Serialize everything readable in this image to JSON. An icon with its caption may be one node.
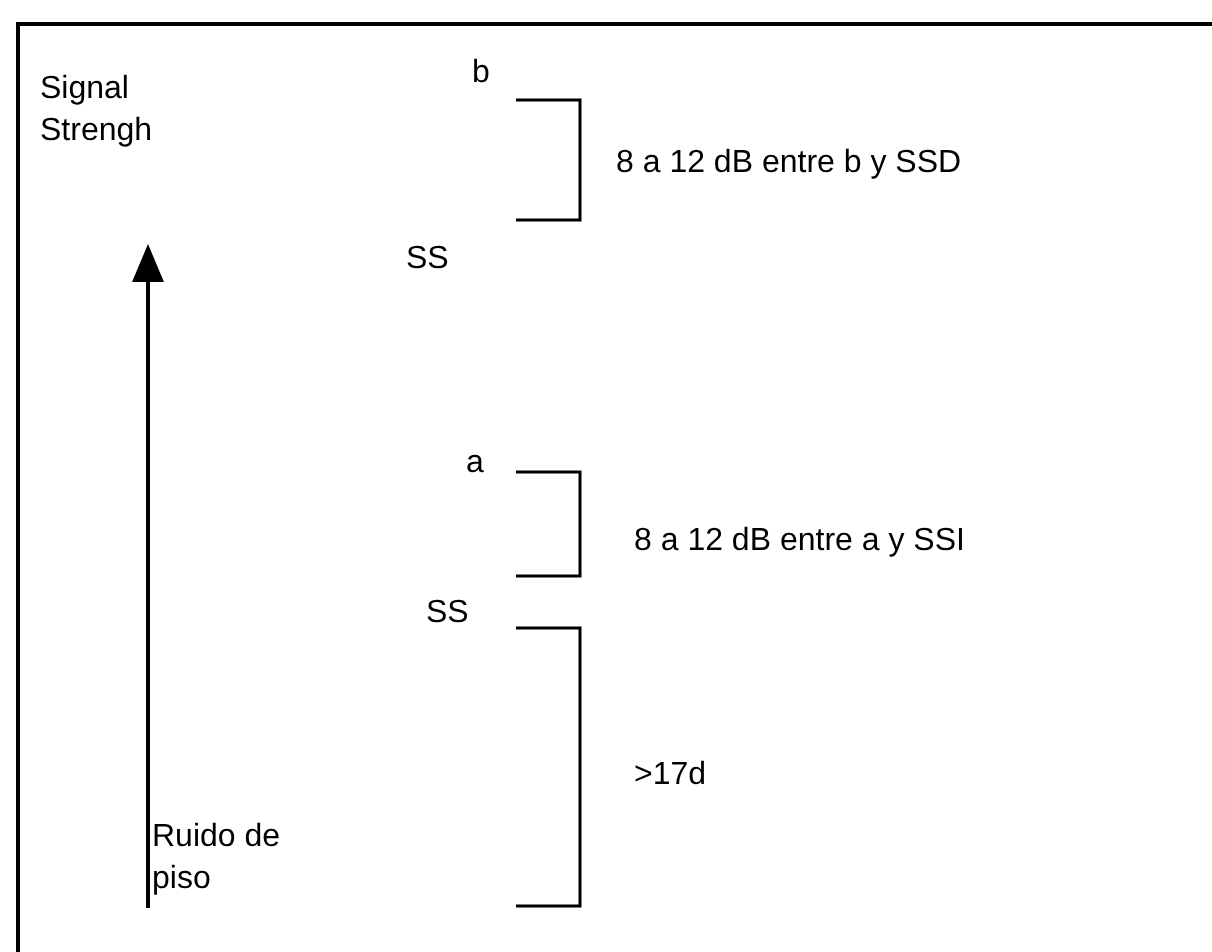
{
  "diagram": {
    "labels": [
      "Signal Strengh",
      "b",
      "8 a 12 dB entre b y SSD",
      "SS",
      "a",
      "8 a 12 dB entre a y SSI",
      "SS",
      ">17d",
      "Ruido de piso"
    ]
  }
}
